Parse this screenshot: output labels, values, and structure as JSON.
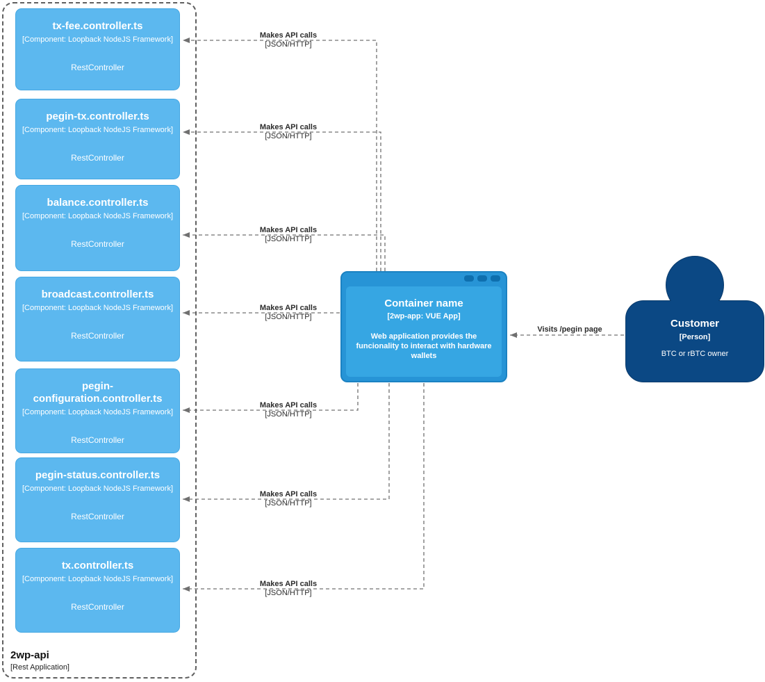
{
  "diagram": {
    "boundary": {
      "name": "2wp-api",
      "type": "[Rest Application]"
    },
    "components": [
      {
        "title": "tx-fee.controller.ts",
        "meta": "[Component: Loopback NodeJS Framework]",
        "description": "RestController"
      },
      {
        "title": "pegin-tx.controller.ts",
        "meta": "[Component: Loopback NodeJS Framework]",
        "description": "RestController"
      },
      {
        "title": "balance.controller.ts",
        "meta": "[Component: Loopback NodeJS Framework]",
        "description": "RestController"
      },
      {
        "title": "broadcast.controller.ts",
        "meta": "[Component: Loopback NodeJS Framework]",
        "description": "RestController"
      },
      {
        "title": "pegin-configuration.controller.ts",
        "meta": "[Component: Loopback NodeJS Framework]",
        "description": "RestController"
      },
      {
        "title": "pegin-status.controller.ts",
        "meta": "[Component: Loopback NodeJS Framework]",
        "description": "RestController"
      },
      {
        "title": "tx.controller.ts",
        "meta": "[Component: Loopback NodeJS Framework]",
        "description": "RestController"
      }
    ],
    "container": {
      "title": "Container name",
      "meta": "[2wp-app: VUE App]",
      "description": "Web application provides the funcionality to interact with hardware wallets"
    },
    "person": {
      "title": "Customer",
      "meta": "[Person]",
      "description": "BTC or rBTC owner"
    },
    "edges": {
      "api_label": "Makes API calls",
      "api_tech": "[JSON/HTTP]",
      "visit_label": "Visits /pegin page"
    },
    "colors": {
      "component_fill": "#5cb8ef",
      "container_fill": "#2794d6",
      "container_content_fill": "#36a6e3",
      "person_fill": "#0b4884",
      "arrow": "#707070"
    }
  }
}
